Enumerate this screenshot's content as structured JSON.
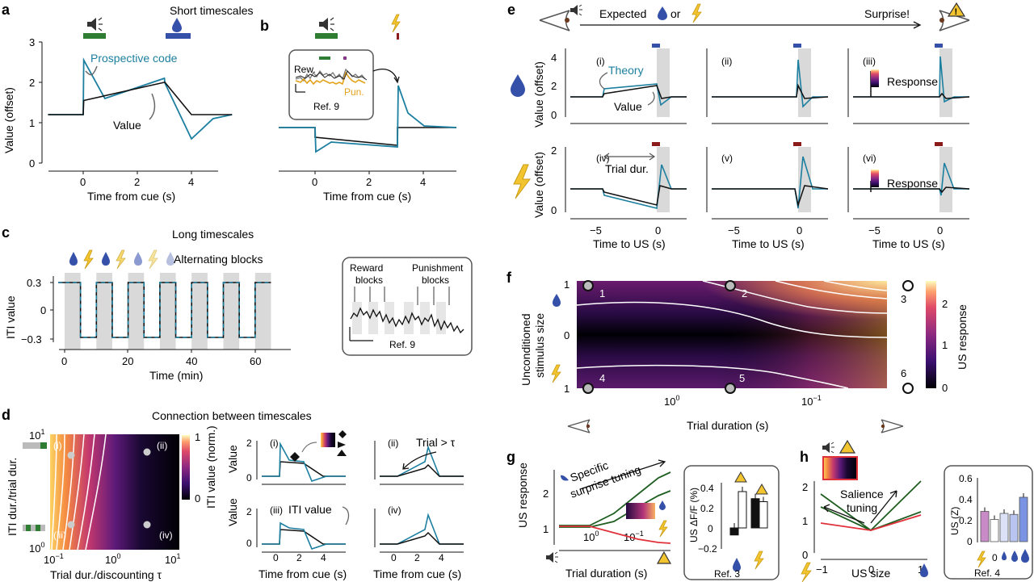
{
  "panels": {
    "a": "a",
    "b": "b",
    "c": "c",
    "d": "d",
    "e": "e",
    "f": "f",
    "g": "g",
    "h": "h"
  },
  "headers": {
    "short": "Short timescales",
    "long": "Long timescales",
    "connection": "Connection between timescales"
  },
  "panel_a": {
    "ylabel": "Value (offset)",
    "xlabel": "Time from cue (s)",
    "xticks": [
      "0",
      "2",
      "4"
    ],
    "yticks": [
      "0",
      "1",
      "2",
      "3"
    ],
    "label_prospective": "Prospective code",
    "label_value": "Value"
  },
  "panel_b": {
    "xlabel": "Time from cue (s)",
    "xticks": [
      "0",
      "2",
      "4"
    ],
    "inset_rew": "Rew.",
    "inset_pun": "Pun.",
    "inset_ref": "Ref. 9"
  },
  "panel_c": {
    "ylabel": "ITI value",
    "xlabel": "Time (min)",
    "xticks": [
      "0",
      "20",
      "40",
      "60"
    ],
    "yticks": [
      "0.3",
      "0",
      "−0.3"
    ],
    "blocks_label": "Alternating blocks",
    "inset_reward": "Reward",
    "inset_reward2": "blocks",
    "inset_pun": "Punishment",
    "inset_pun2": "blocks",
    "inset_ref": "Ref. 9"
  },
  "panel_d": {
    "ylabel": "ITI dur./trial dur.",
    "xlabel": "Trial dur./discounting τ",
    "cbar_label": "ITI value (norm.)",
    "cbar_ticks": [
      "1",
      "0"
    ],
    "roman": [
      "(i)",
      "(ii)",
      "(iii)",
      "(iv)"
    ],
    "sub_ylabel": "Value",
    "sub_xlabel": "Time from cue (s)",
    "trial_gt_tau": "Trial > τ",
    "iti_value": "ITI value",
    "yticks": [
      "2",
      "0"
    ],
    "xticks": [
      "0",
      "2",
      "4"
    ]
  },
  "panel_e": {
    "expected": "Expected",
    "or": "or",
    "surprise": "Surprise!",
    "ylabel": "Value (offset)",
    "xlabel": "Time to US (s)",
    "xticks": [
      "−5",
      "0"
    ],
    "yticks_top": [
      "4",
      "2",
      "0"
    ],
    "yticks_bot": [
      "2",
      "0"
    ],
    "roman": [
      "(i)",
      "(ii)",
      "(iii)",
      "(iv)",
      "(v)",
      "(vi)"
    ],
    "theory": "Theory",
    "value": "Value",
    "response": "Response",
    "trial_dur": "Trial dur."
  },
  "panel_f": {
    "ylabel1": "Unconditioned",
    "ylabel2": "stimulus size",
    "xlabel": "Trial duration (s)",
    "cbar_label": "US response",
    "cbar_ticks": [
      "2",
      "1",
      "0"
    ],
    "yticks": [
      "1",
      "0",
      "1"
    ],
    "points": [
      "1",
      "2",
      "3",
      "4",
      "5",
      "6"
    ]
  },
  "panel_g": {
    "ylabel": "US response",
    "xlabel": "Trial duration (s)",
    "yticks": [
      "2",
      "1"
    ],
    "tuning1": "Specific",
    "tuning2": "surprise tuning",
    "inset_ylabel": "US ΔF/F (%)",
    "inset_yticks": [
      "0.4",
      "0.2",
      "0",
      "−0.2"
    ],
    "inset_ref": "Ref. 3"
  },
  "panel_h": {
    "xlabel": "US size",
    "xticks": [
      "−1",
      "0",
      "1"
    ],
    "yticks": [
      "2",
      "1",
      "0"
    ],
    "salience1": "Salience",
    "salience2": "tuning",
    "inset_ylabel": "US (Z)",
    "inset_yticks": [
      "0.6",
      "0.4",
      "0.2",
      "0"
    ],
    "inset_zero": "0",
    "inset_ref": "Ref. 4"
  },
  "colors": {
    "theory": "#1c7fa0",
    "value": "#111111",
    "cue": "#2e7d32",
    "water": "#3550a8",
    "shock": "#f2c430",
    "punish_bar": "#8b1a1a",
    "gray_band": "#d9d9d9",
    "green_line": "#1e5e20",
    "red_line": "#e0303a"
  },
  "chart_data": [
    {
      "type": "line",
      "panel": "a",
      "xlabel": "Time from cue (s)",
      "ylabel": "Value (offset)",
      "xlim": [
        -1.3,
        5.5
      ],
      "ylim": [
        0,
        3
      ],
      "series": [
        {
          "name": "Prospective code",
          "x": [
            -1.3,
            0,
            0.02,
            0.8,
            3,
            3.02,
            4,
            4.8,
            5.5
          ],
          "y": [
            1.2,
            1.2,
            2.55,
            1.6,
            2.1,
            1.98,
            0.6,
            1.1,
            1.2
          ]
        },
        {
          "name": "Value",
          "x": [
            -1.3,
            0,
            0.02,
            3,
            3.02,
            4,
            4.8,
            5.5
          ],
          "y": [
            1.2,
            1.2,
            1.55,
            2.0,
            2.0,
            1.2,
            1.2,
            1.2
          ]
        }
      ]
    },
    {
      "type": "line",
      "panel": "c",
      "xlabel": "Time (min)",
      "ylabel": "ITI value",
      "xlim": [
        -2,
        66
      ],
      "ylim": [
        -0.4,
        0.4
      ],
      "blocks": [
        [
          0,
          5
        ],
        [
          10,
          15
        ],
        [
          20,
          25
        ],
        [
          30,
          35
        ],
        [
          40,
          45
        ],
        [
          50,
          55
        ],
        [
          60,
          65
        ]
      ],
      "high": 0.33,
      "low": -0.33
    },
    {
      "type": "heatmap",
      "panel": "f",
      "xlabel": "Trial duration (s)",
      "ylabel": "Unconditioned stimulus size",
      "colorbar": [
        0,
        2
      ],
      "points": [
        "1",
        "2",
        "3",
        "4",
        "5",
        "6"
      ]
    },
    {
      "type": "bar",
      "panel": "g-inset",
      "ylabel": "US ΔF/F (%)",
      "ylim": [
        -0.2,
        0.4
      ],
      "values": [
        -0.07,
        0.36,
        0.29,
        0.26
      ]
    },
    {
      "type": "bar",
      "panel": "h-inset",
      "ylabel": "US (Z)",
      "ylim": [
        0,
        0.6
      ],
      "values": [
        0.3,
        0.22,
        0.28,
        0.27,
        0.44
      ]
    }
  ]
}
